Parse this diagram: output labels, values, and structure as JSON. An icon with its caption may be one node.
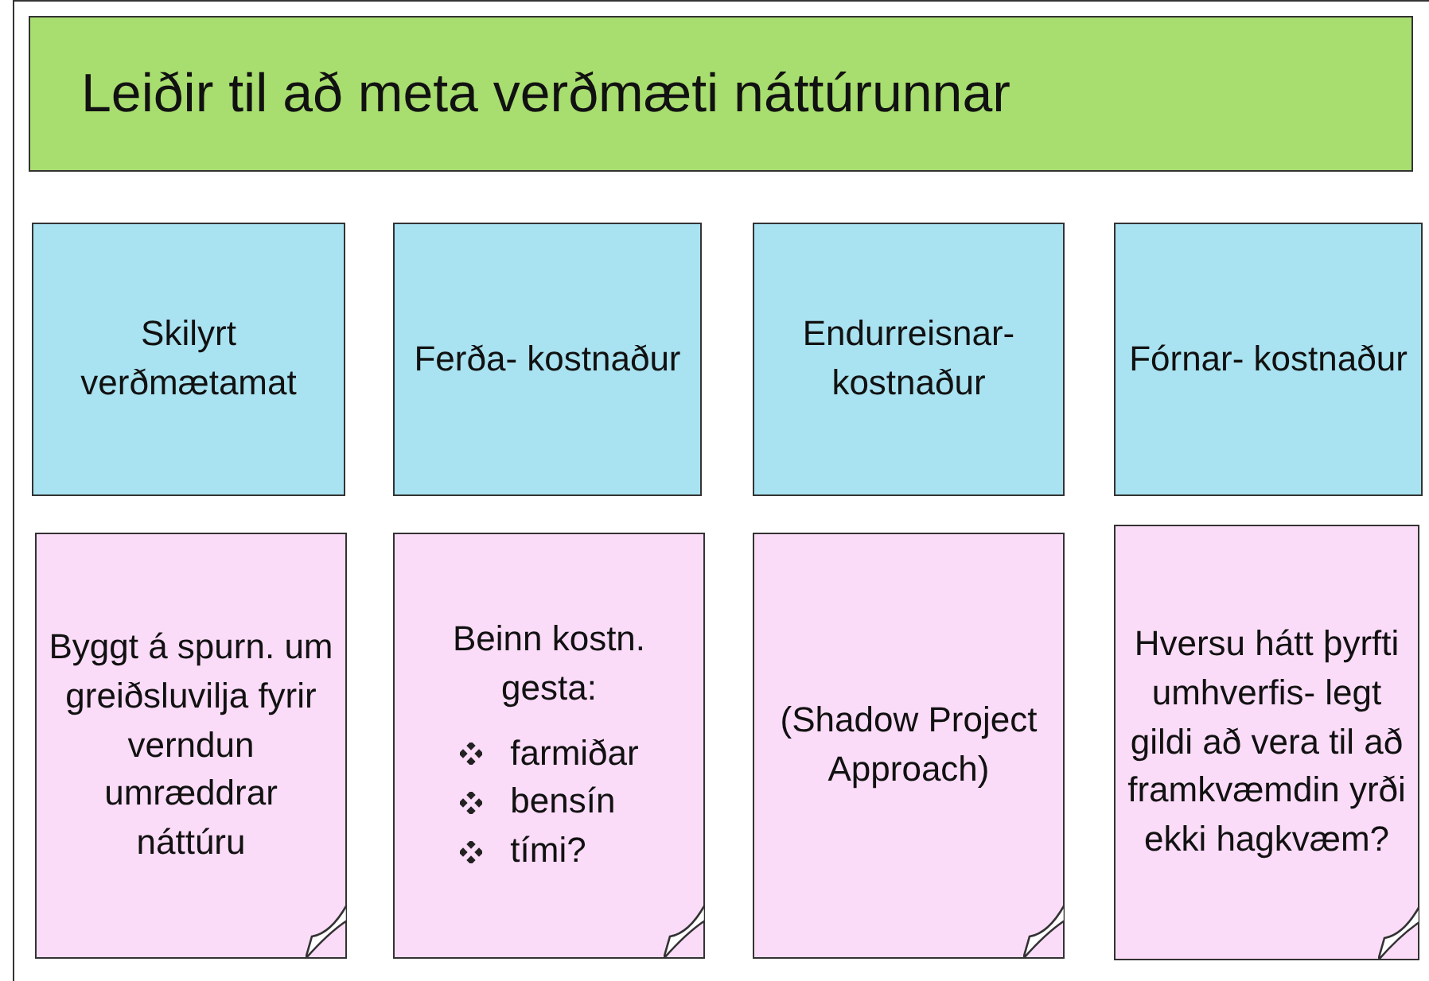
{
  "diagram": {
    "nodes": [
      {
        "text": [
          "Leiðir til að meta verðmæti náttúrunnar"
        ]
      },
      {
        "text": [
          "Skilyrt verðmætamat"
        ]
      },
      {
        "text": [
          "Ferða- kostnaður"
        ]
      },
      {
        "text": [
          "Endurreisnar- kostnaður"
        ]
      },
      {
        "text": [
          "Fórnar- kostnaður"
        ]
      },
      {
        "text": [
          "Byggt á spurn. um greiðsluvilja fyrir verndun umræddrar náttúru"
        ]
      },
      {
        "text": [
          "Beinn kostn. gesta:",
          "farmiðar",
          "bensín",
          "tími?"
        ]
      },
      {
        "text": [
          "(Shadow Project Approach)"
        ]
      },
      {
        "text": [
          "Hversu hátt þyrfti umhverfis- legt gildi að vera til að framkvæmdin yrði ekki hagkvæm?"
        ]
      }
    ]
  }
}
